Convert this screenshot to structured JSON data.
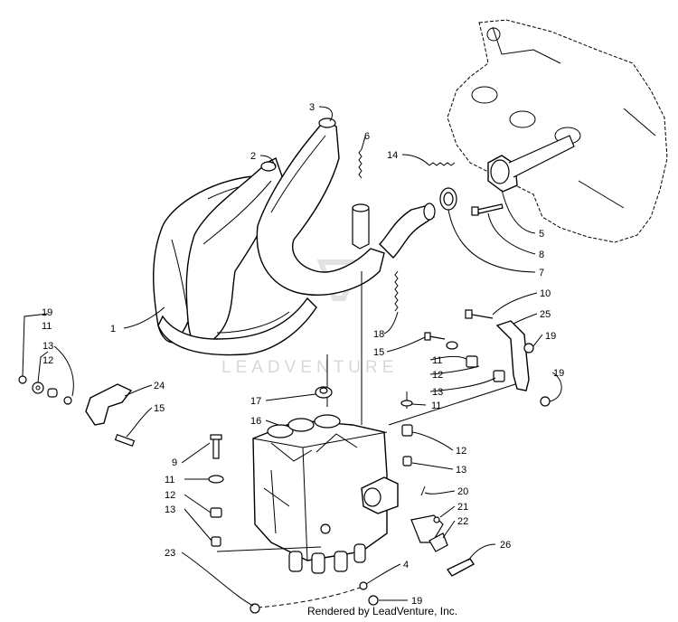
{
  "watermark": "LEADVENTURE",
  "footer": "Rendered by LeadVenture, Inc.",
  "callouts": {
    "c1": "1",
    "c2": "2",
    "c3": "3",
    "c4": "4",
    "c5": "5",
    "c6": "6",
    "c7": "7",
    "c8": "8",
    "c9": "9",
    "c10": "10",
    "c11a": "11",
    "c11b": "11",
    "c11c": "11",
    "c11d": "11",
    "c12a": "12",
    "c12b": "12",
    "c12c": "12",
    "c12d": "12",
    "c13a": "13",
    "c13b": "13",
    "c13c": "13",
    "c13d": "13",
    "c14": "14",
    "c15a": "15",
    "c15b": "15",
    "c16": "16",
    "c17": "17",
    "c18": "18",
    "c19a": "19",
    "c19b": "19",
    "c19c": "19",
    "c19d": "19",
    "c20": "20",
    "c21": "21",
    "c22": "22",
    "c23": "23",
    "c24": "24",
    "c25": "25",
    "c26": "26"
  }
}
